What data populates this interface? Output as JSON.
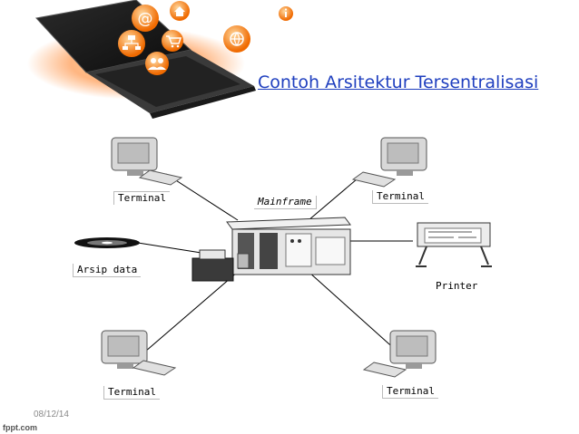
{
  "title": "Contoh Arsitektur Tersentralisasi",
  "labels": {
    "terminal_tl": "Terminal",
    "terminal_tr": "Terminal",
    "terminal_bl": "Terminal",
    "terminal_br": "Terminal",
    "mainframe": "Mainframe",
    "arsip": "Arsip data",
    "printer": "Printer"
  },
  "footer": {
    "date": "08/12/14",
    "brand": "fppt.com"
  },
  "colors": {
    "title": "#1f3fbf",
    "laptop_glow": "#ff7a1a",
    "line": "#000000"
  },
  "icons": [
    "laptop-icon",
    "at-icon",
    "home-icon",
    "info-icon",
    "cart-icon",
    "globe-icon",
    "users-icon",
    "network-icon"
  ]
}
